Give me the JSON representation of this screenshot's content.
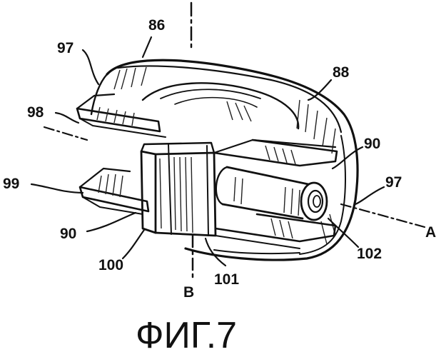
{
  "figure": {
    "caption": "ФИГ.7",
    "labels": {
      "l86": "86",
      "l97_top": "97",
      "l88": "88",
      "l98": "98",
      "l90_right": "90",
      "l97_right": "97",
      "l99": "99",
      "l90_left": "90",
      "l100": "100",
      "l101": "101",
      "l102": "102",
      "lA": "A",
      "lB": "B"
    }
  }
}
